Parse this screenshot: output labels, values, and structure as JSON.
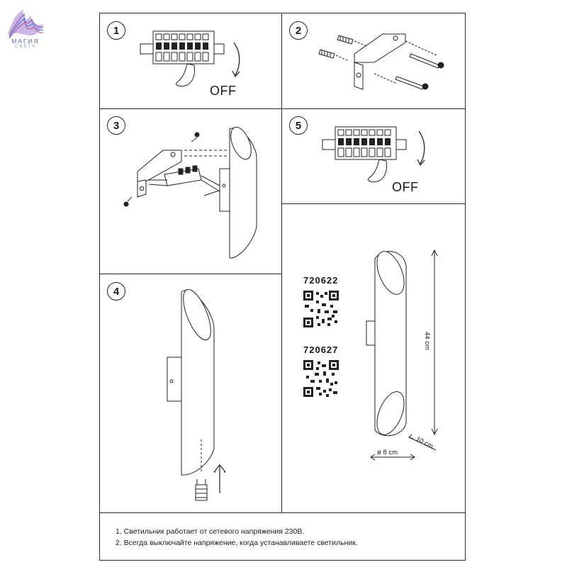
{
  "brand": {
    "name": "МАГИЯ",
    "sub": "СВЕТА",
    "colors": [
      "#9b5fc0",
      "#4e7fd0",
      "#c65aa6"
    ]
  },
  "steps": [
    "1",
    "2",
    "3",
    "4",
    "5"
  ],
  "off_label": "OFF",
  "models": [
    {
      "code": "720622"
    },
    {
      "code": "720627"
    }
  ],
  "dimensions": {
    "height": "44 cm",
    "depth": "10 cm",
    "diameter": "ø 8 cm"
  },
  "notes": [
    "1. Светильник работает от сетевого напряжения 230В.",
    "2. Всегда выключайте напряжение, когда устанавливаете светильник."
  ],
  "colors": {
    "line": "#2a2a2a",
    "brand": "#5b6fb0"
  },
  "icons": [
    "circuit-breaker-icon",
    "hand-icon",
    "rotation-arrow-icon",
    "bracket-icon",
    "screw-icon",
    "wall-plug-icon",
    "terminal-block-icon",
    "lamp-icon",
    "qr-code-icon",
    "up-arrow-icon",
    "bulb-icon",
    "logo-icon"
  ]
}
